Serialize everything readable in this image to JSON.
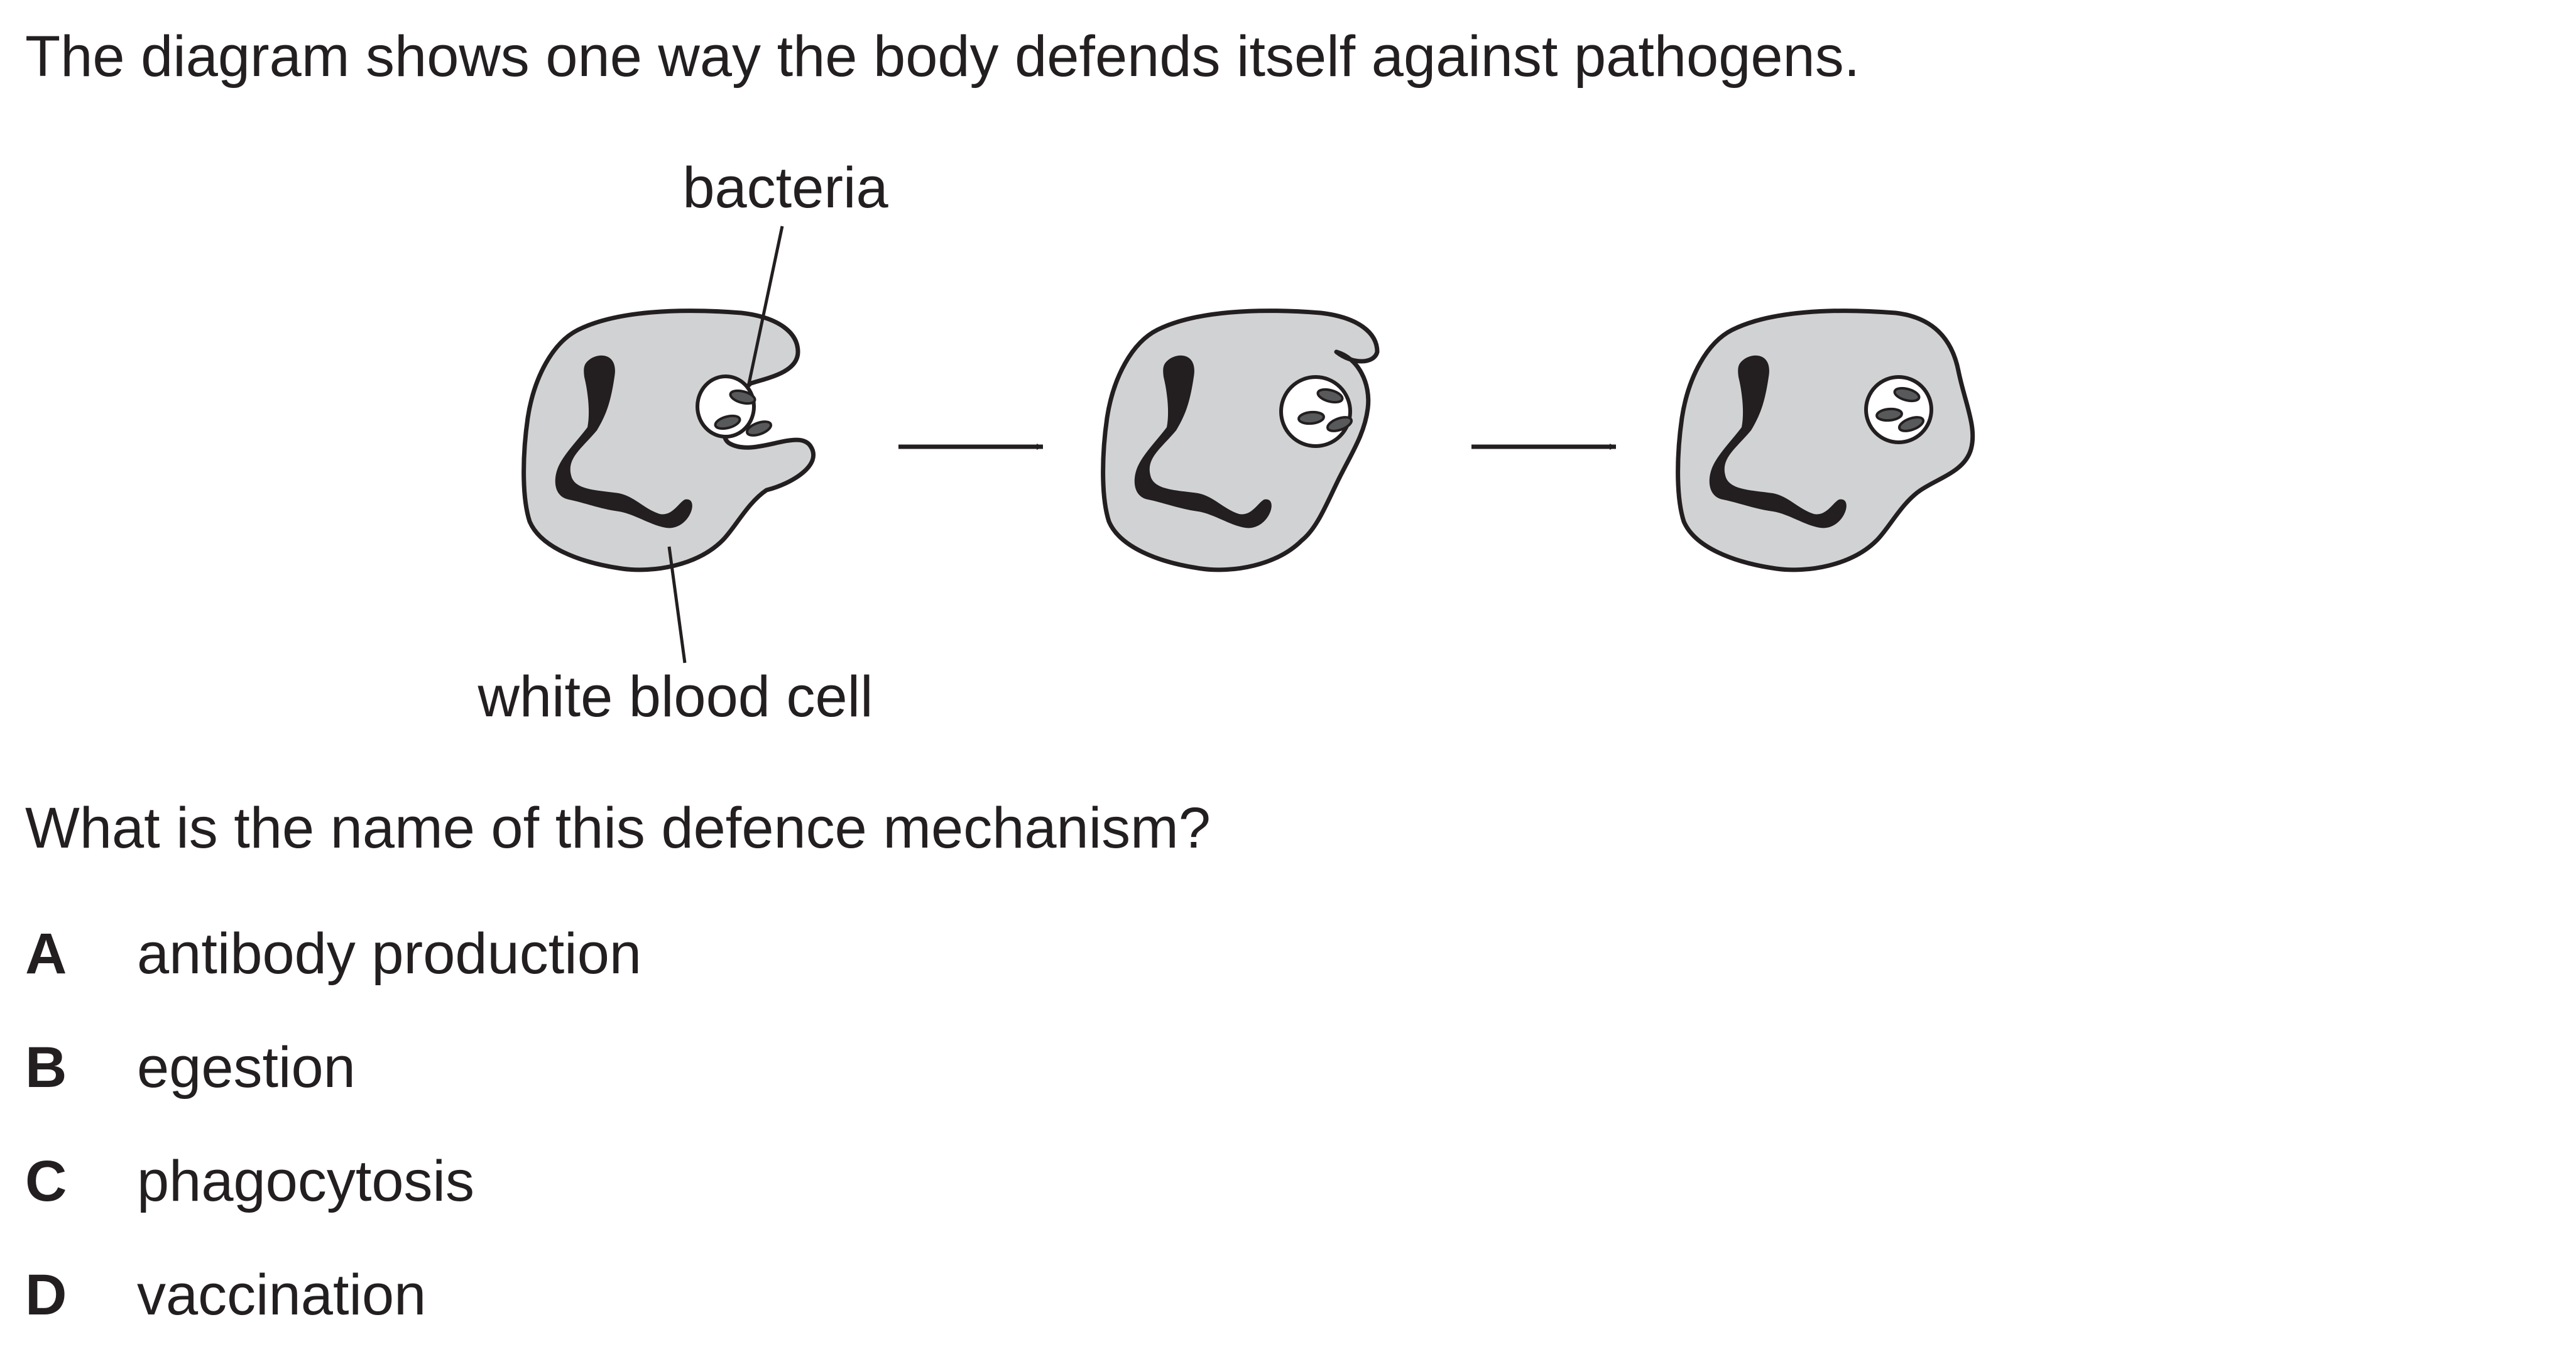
{
  "question": {
    "intro": "The diagram shows one way the body defends itself against pathogens.",
    "diagram": {
      "label_bacteria": "bacteria",
      "label_white_blood_cell": "white blood cell",
      "colors": {
        "cytoplasm": "#d1d2d4",
        "nucleus": "#231f20",
        "outline": "#231f20"
      }
    },
    "prompt": "What is the name of this defence mechanism?",
    "options": [
      {
        "letter": "A",
        "text": "antibody production"
      },
      {
        "letter": "B",
        "text": "egestion"
      },
      {
        "letter": "C",
        "text": "phagocytosis"
      },
      {
        "letter": "D",
        "text": "vaccination"
      }
    ]
  }
}
